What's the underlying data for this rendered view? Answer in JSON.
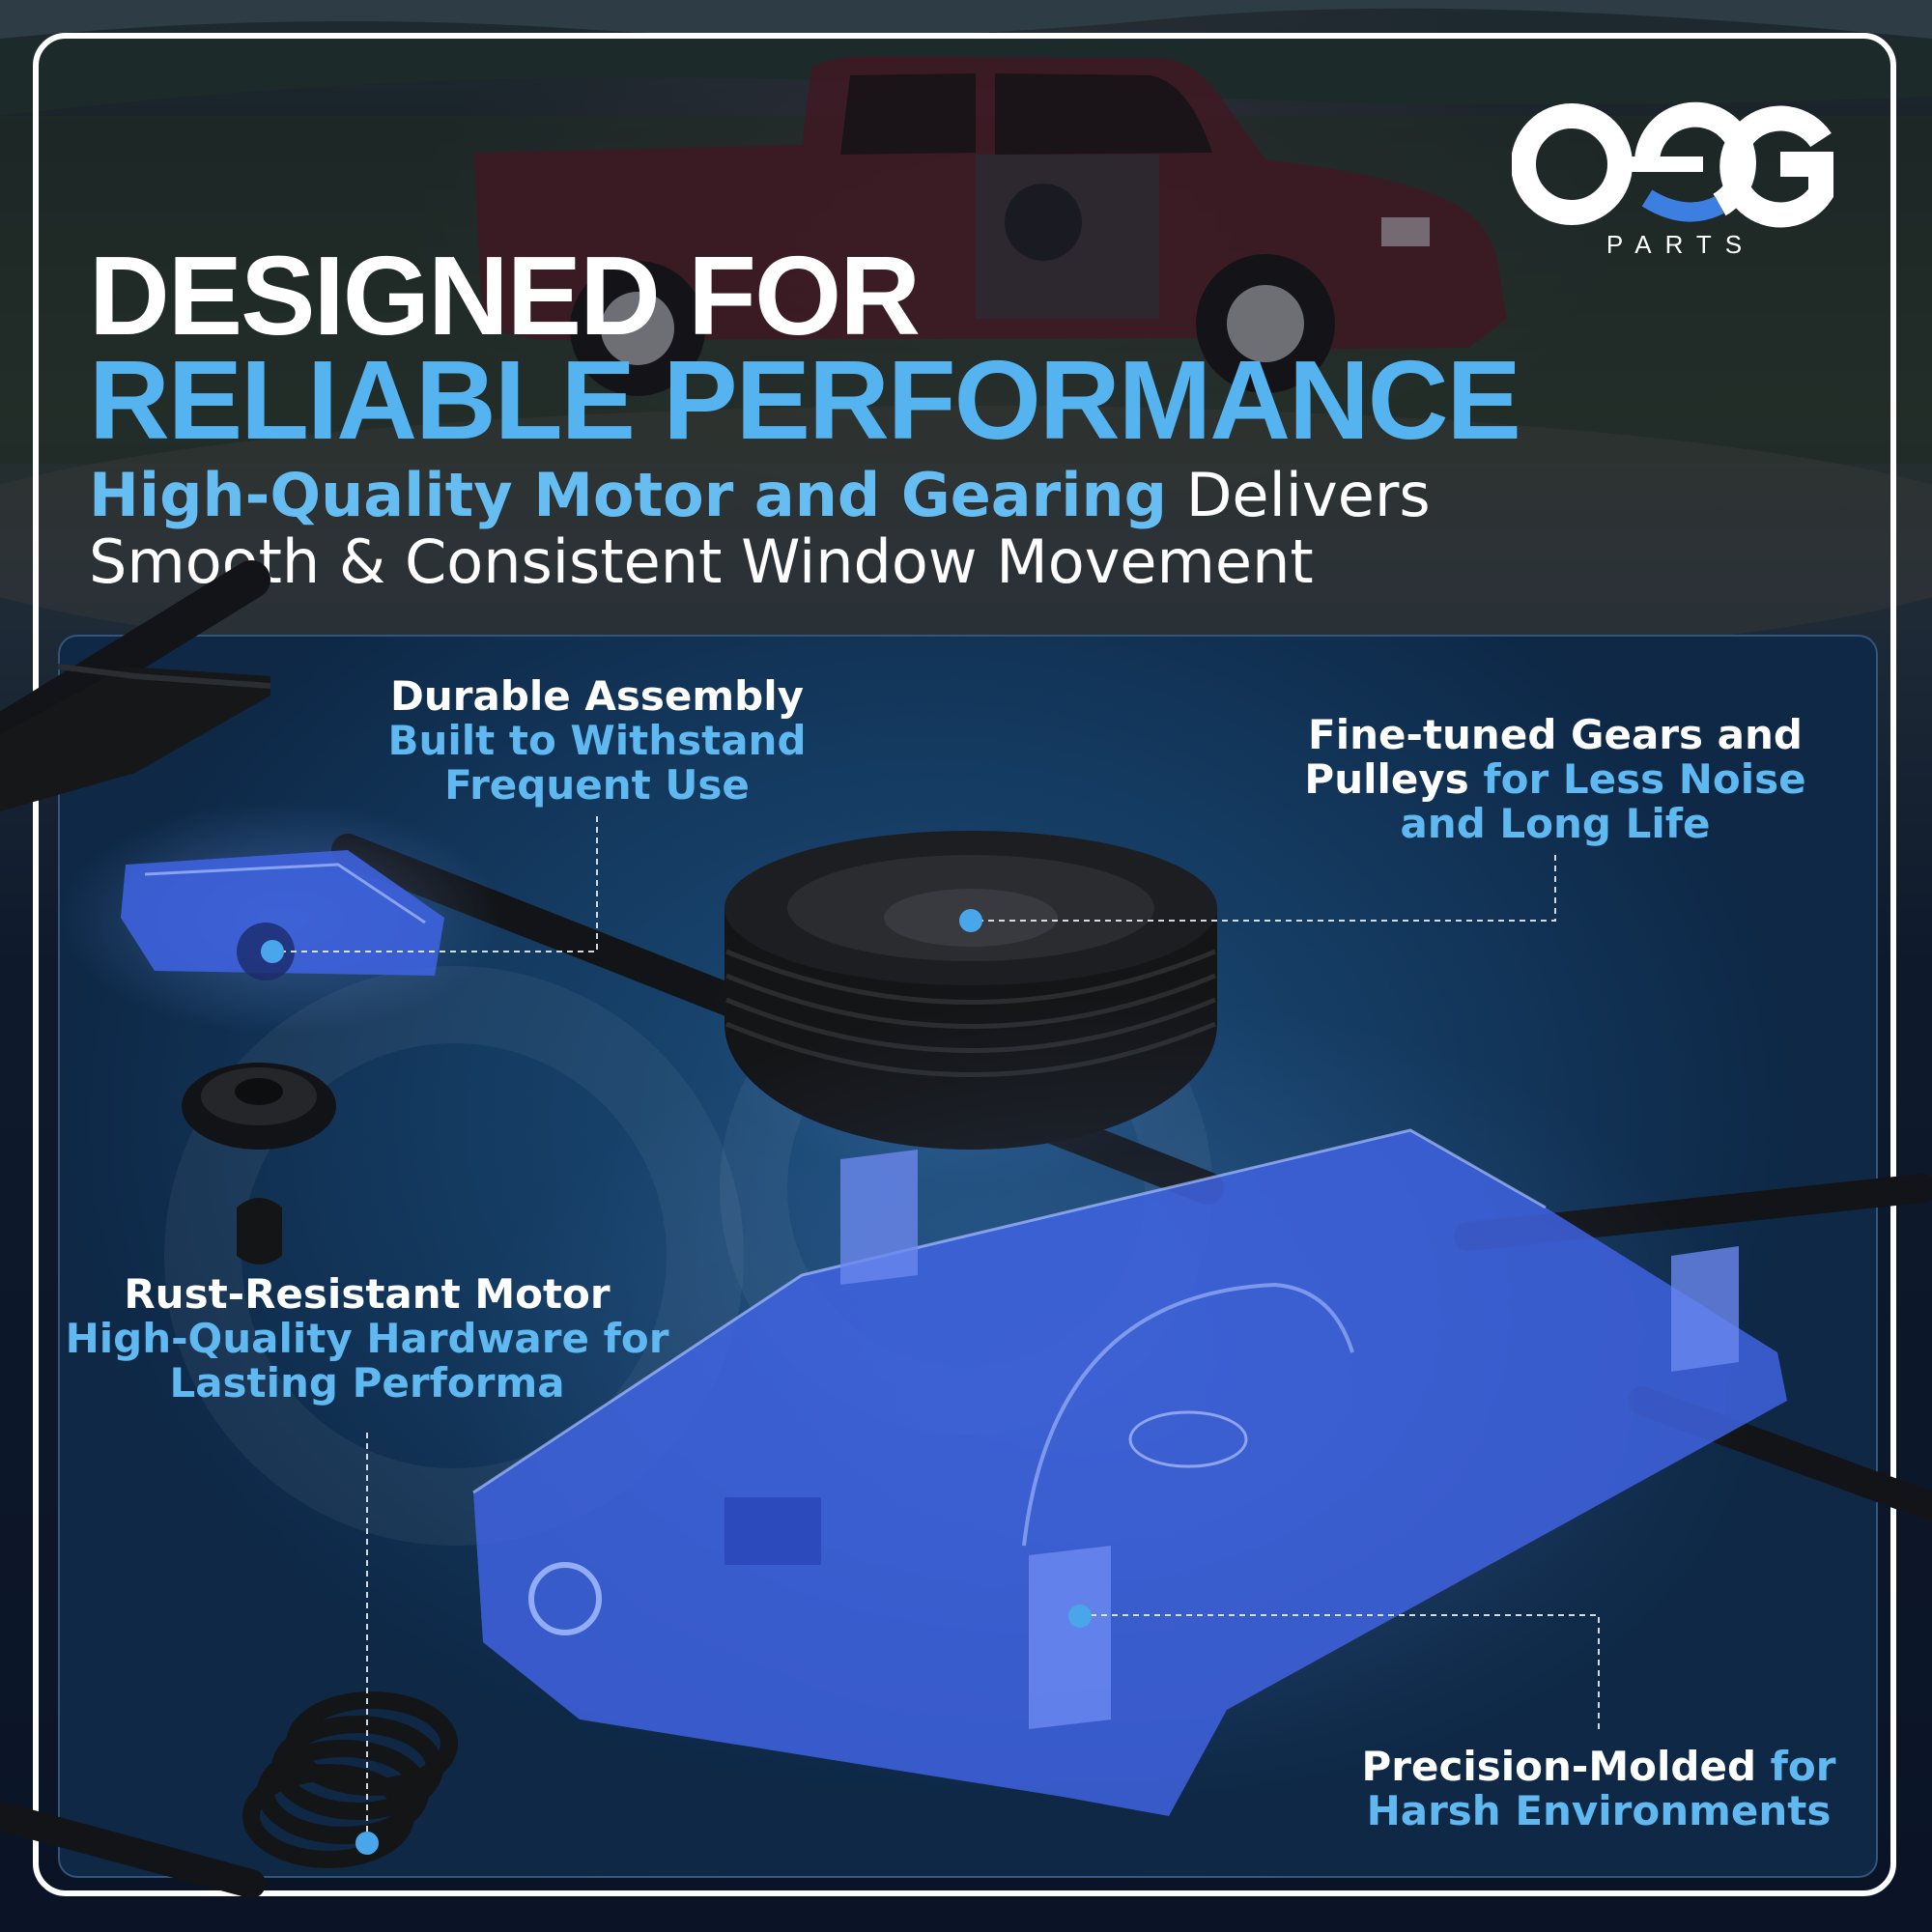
{
  "colors": {
    "accent": "#55b3ef",
    "text": "#ffffff",
    "part_blue": "#3f63e0",
    "dot": "#4aa6ea"
  },
  "logo": {
    "mark": "OEG",
    "sub": "PARTS"
  },
  "headline": {
    "line1": "DESIGNED FOR",
    "line2": "RELIABLE PERFORMANCE"
  },
  "subheadline": {
    "line1_highlight": "High-Quality Motor and Gearing",
    "line1_rest": " Delivers",
    "line2": "Smooth & Consistent Window Movement"
  },
  "callouts": {
    "durable": {
      "title": "Durable Assembly",
      "line1": "Built to Withstand",
      "line2": "Frequent Use"
    },
    "gears": {
      "line1": "Fine-tuned Gears and",
      "line2_white": "Pulleys",
      "line2_blue": " for Less Noise",
      "line3": "and Long Life"
    },
    "motor": {
      "title": "Rust-Resistant Motor",
      "line1": "High-Quality Hardware for",
      "line2": "Lasting Performa"
    },
    "molded": {
      "line1_white": "Precision-Molded",
      "line1_blue": " for",
      "line2": "Harsh Environments"
    }
  }
}
